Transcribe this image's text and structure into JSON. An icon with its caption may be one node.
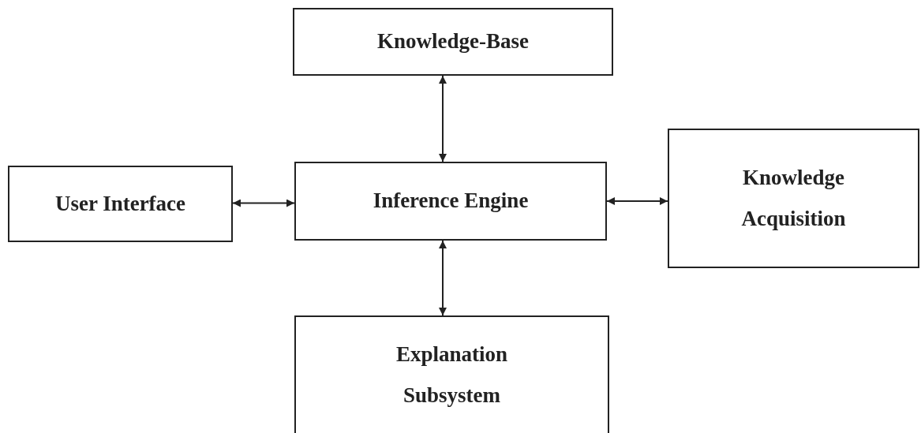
{
  "diagram": {
    "nodes": [
      {
        "text": [
          "Knowledge-Base"
        ]
      },
      {
        "text": [
          "User Interface"
        ]
      },
      {
        "text": [
          "Inference Engine"
        ]
      },
      {
        "text": [
          "Knowledge Acquisition"
        ]
      },
      {
        "text": [
          "Explanation Subsystem"
        ]
      }
    ],
    "edges": [
      {
        "from": 0,
        "to": 2,
        "arrow": "both"
      },
      {
        "from": 1,
        "to": 2,
        "arrow": "both"
      },
      {
        "from": 2,
        "to": 3,
        "arrow": "both"
      },
      {
        "from": 2,
        "to": 4,
        "arrow": "both"
      }
    ]
  }
}
